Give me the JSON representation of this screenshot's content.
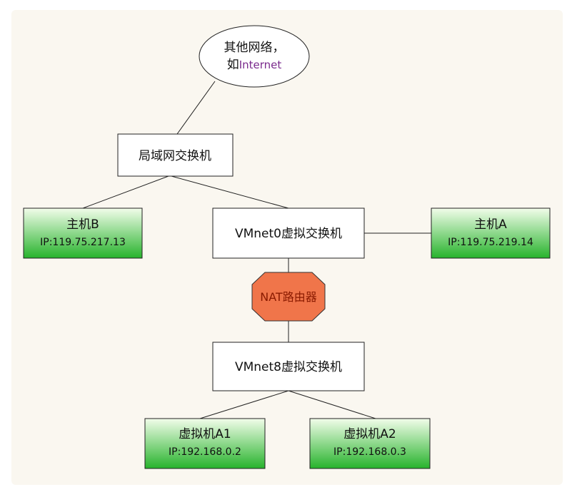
{
  "nodes": {
    "internet": {
      "line1": "其他网络，",
      "line2_prefix": "如",
      "line2_em": "Internet"
    },
    "lan_switch": {
      "label": "局域网交换机"
    },
    "host_b": {
      "name": "主机B",
      "ip": "IP:119.75.217.13"
    },
    "vmnet0": {
      "label": "VMnet0虚拟交换机"
    },
    "host_a": {
      "name": "主机A",
      "ip": "IP:119.75.219.14"
    },
    "nat": {
      "label": "NAT路由器"
    },
    "vmnet8": {
      "label": "VMnet8虚拟交换机"
    },
    "vm_a1": {
      "name": "虚拟机A1",
      "ip": "IP:192.168.0.2"
    },
    "vm_a2": {
      "name": "虚拟机A2",
      "ip": "IP:192.168.0.3"
    }
  },
  "colors": {
    "host_fill_top": "#ecfbe4",
    "host_fill_bottom": "#29b82d",
    "nat_fill": "#f0754a",
    "nat_text": "#8a1a00",
    "internet_accent": "#7a2a8c",
    "line": "#222222"
  }
}
